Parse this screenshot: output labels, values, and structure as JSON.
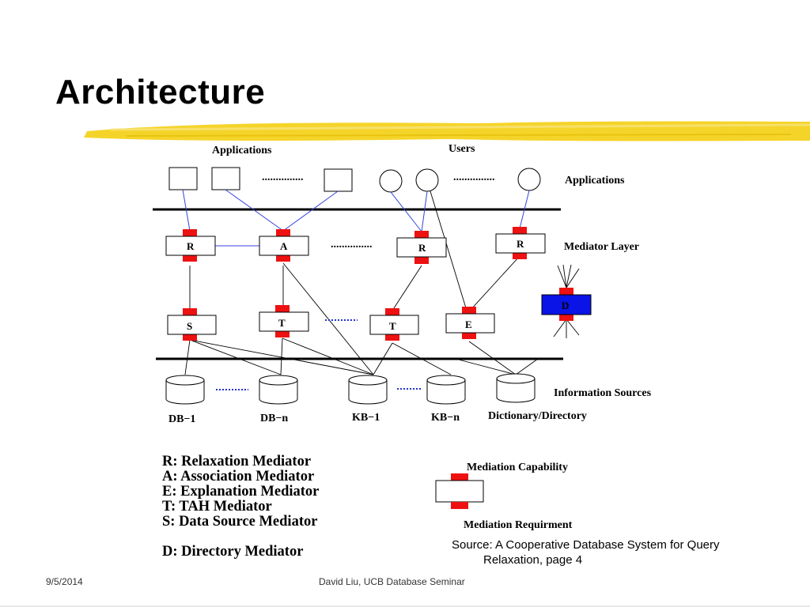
{
  "slide": {
    "title": "Architecture",
    "footer_date": "9/5/2014",
    "footer_center": "David Liu, UCB Database Seminar"
  },
  "colors": {
    "connector_red": "#ee1111",
    "directory_blue": "#0a14e6",
    "link_blue": "#3344dd",
    "highlighter_yellow": "#f4d21f"
  },
  "diagram": {
    "labels": {
      "applications_top": "Applications",
      "users": "Users",
      "applications_right": "Applications",
      "mediator_layer": "Mediator Layer",
      "information_sources": "Information Sources",
      "ellipsis": "..............."
    },
    "mediators_top": [
      "R",
      "A",
      "R",
      "R"
    ],
    "mediators_bottom": [
      "S",
      "T",
      "T",
      "E"
    ],
    "directory": "D",
    "sources": [
      "DB−1",
      "DB−n",
      "KB−1",
      "KB−n",
      "Dictionary/Directory"
    ],
    "capability": {
      "top": "Mediation Capability",
      "bottom": "Mediation Requirment"
    }
  },
  "legend": [
    "R: Relaxation Mediator",
    "A: Association Mediator",
    "E: Explanation Mediator",
    "T: TAH Mediator",
    "S: Data Source Mediator",
    "D: Directory Mediator"
  ],
  "source": {
    "line1": "Source: A Cooperative Database System for Query",
    "line2": "Relaxation, page 4"
  }
}
